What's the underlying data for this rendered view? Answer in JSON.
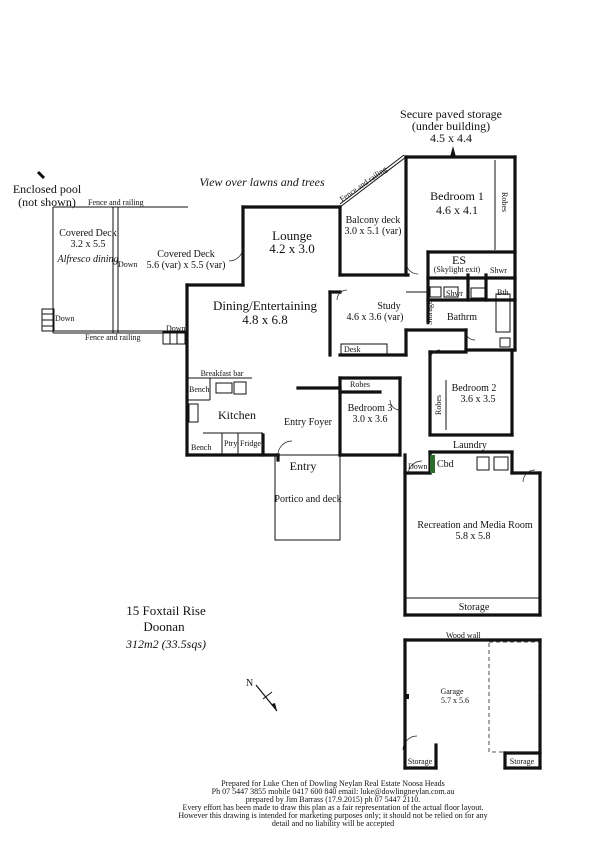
{
  "storage_note": {
    "line1": "Secure paved storage",
    "line2": "(under building)",
    "line3": "4.5 x 4.4"
  },
  "pool_note": {
    "line1": "Enclosed pool",
    "line2": "(not shown)"
  },
  "view_note": "View over lawns and trees",
  "fence_labels": {
    "top": "Fence and railing",
    "bottom": "Fence and railing",
    "diagonal": "Fence and railing"
  },
  "rooms": {
    "covered_deck_left": {
      "name": "Covered Deck",
      "size": "3.2 x 5.5",
      "note": "Alfresco dining"
    },
    "covered_deck_right": {
      "name": "Covered Deck",
      "size": "5.6 (var) x 5.5 (var)"
    },
    "lounge": {
      "name": "Lounge",
      "size": "4.2 x 3.0"
    },
    "dining": {
      "name": "Dining/Entertaining",
      "size": "4.8 x 6.8"
    },
    "balcony": {
      "name": "Balcony deck",
      "size": "3.0 x 5.1 (var)"
    },
    "study": {
      "name": "Study",
      "size": "4.6 x 3.6 (var)"
    },
    "bedroom1": {
      "name": "Bedroom 1",
      "size": "4.6 x 4.1"
    },
    "bedroom2": {
      "name": "Bedroom 2",
      "size": "3.6 x 3.5"
    },
    "bedroom3": {
      "name": "Bedroom 3",
      "size": "3.0 x 3.6"
    },
    "kitchen": {
      "name": "Kitchen"
    },
    "entry_foyer": {
      "name": "Entry Foyer"
    },
    "entry": {
      "name": "Entry"
    },
    "portico": {
      "name": "Portico and deck"
    },
    "recreation": {
      "name": "Recreation and Media Room",
      "size": "5.8 x 5.8"
    },
    "garage": {
      "name": "Garage",
      "size": "5.7 x 5.6"
    },
    "laundry": {
      "name": "Laundry"
    },
    "bathroom": {
      "name": "Bathrm"
    },
    "ensuite": {
      "name": "ES",
      "note": "(Skylight exit)"
    }
  },
  "fixtures": {
    "robes1": "Robes",
    "robes2": "Robes",
    "robes3": "Robes",
    "storage_study": "Storage",
    "storage_rec": "Storage",
    "storage_garage_left": "Storage",
    "storage_garage_right": "Storage",
    "shwr1": "Shwr",
    "shwr2": "Shwr",
    "bath": "Bth",
    "desk": "Desk",
    "breakfast_bar": "Breakfast bar",
    "bench1": "Bench",
    "bench2": "Bench",
    "pantry": "Ptry",
    "fridge": "Fridge",
    "cbd": "Cbd",
    "wood_wall": "Wood wall",
    "down1": "Down",
    "down2": "Down",
    "down3": "Down",
    "down4": "Down"
  },
  "address": {
    "line1": "15 Foxtail Rise",
    "line2": "Doonan",
    "area": "312m2 (33.5sqs)"
  },
  "compass": {
    "label": "N"
  },
  "footer": {
    "line1": "Prepared for Luke Chen of Dowling Neylan Real Estate Noosa Heads",
    "line2": "Ph 07 5447 3855 mobile 0417 600 840 email: luke@dowlingneylan.com.au",
    "line3": "prepared by Jim Barrass (17.9.2015) ph 07 5447 2110.",
    "line4": "Every effort has been made to draw this plan as a fair representation of the actual floor layout.",
    "line5": "However this drawing is intended for marketing purposes only; it should not be relied on for any",
    "line6": "detail and no liability will be accepted"
  }
}
